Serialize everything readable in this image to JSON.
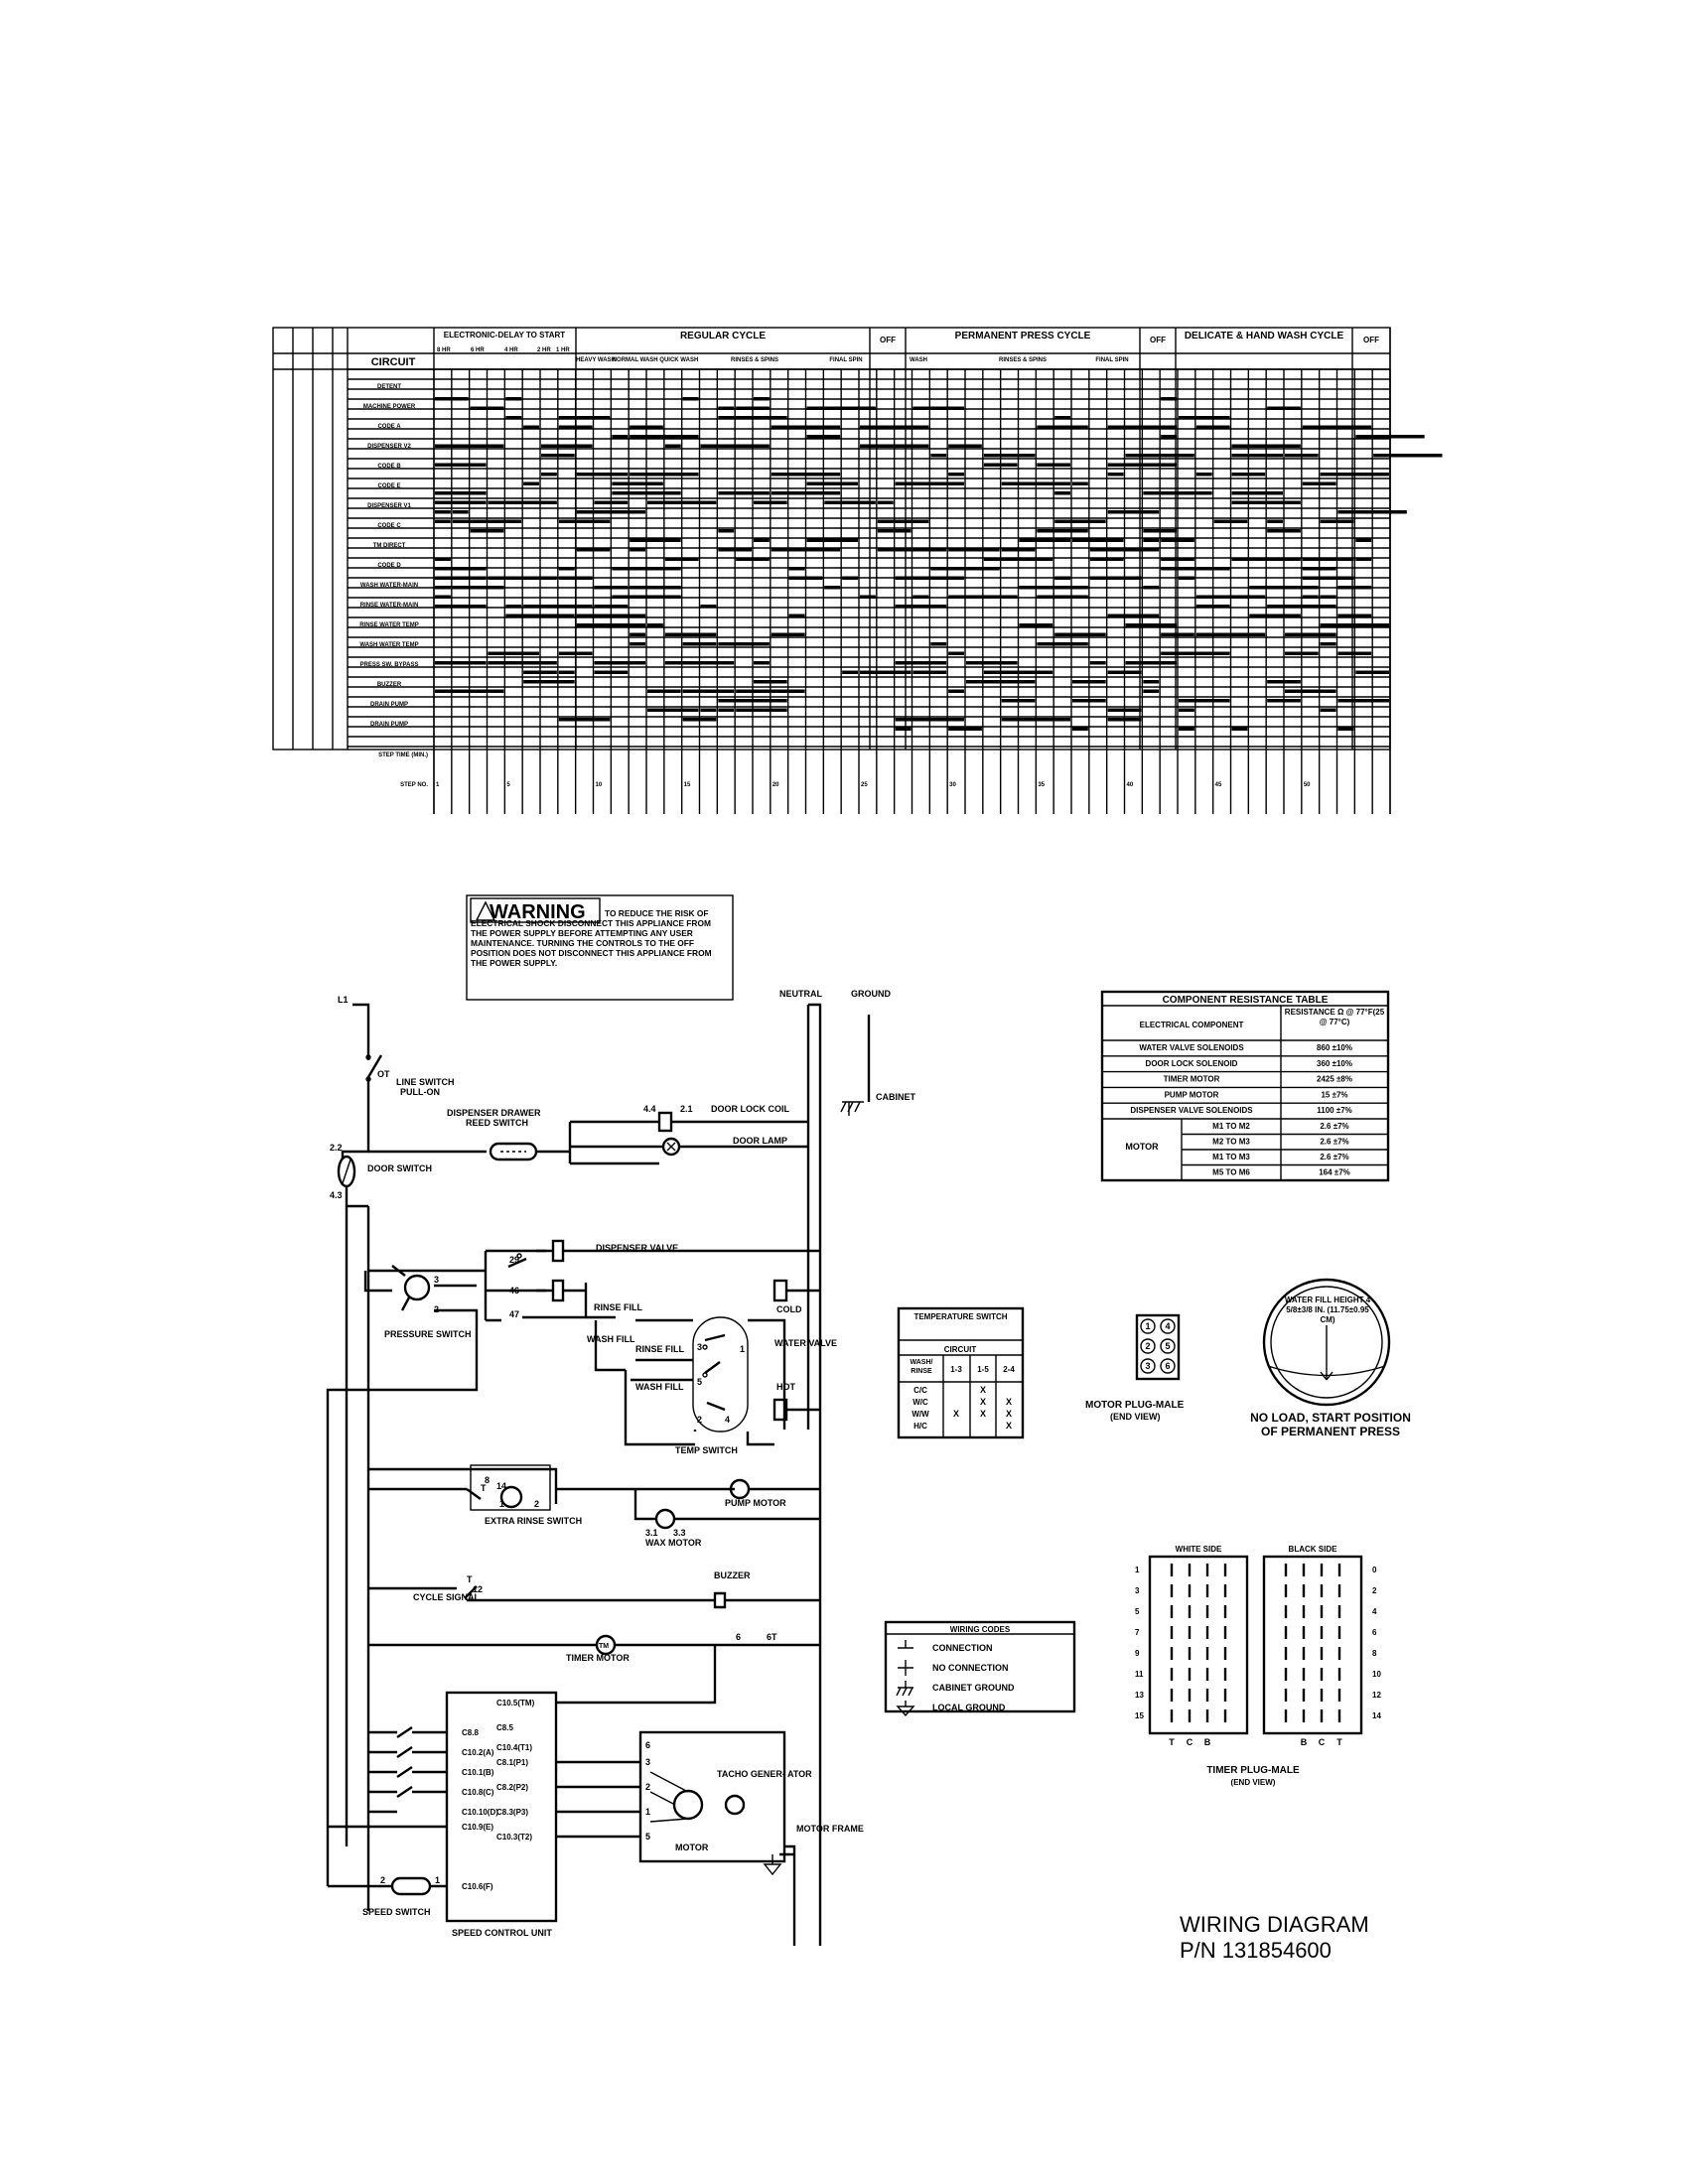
{
  "timer_chart": {
    "header_circuit": "CIRCUIT",
    "col_headers": {
      "delay": "ELECTRONIC-DELAY TO START",
      "delay_times": [
        "8 HR",
        "6 HR",
        "4 HR",
        "2 HR",
        "1 HR"
      ],
      "regular": "REGULAR CYCLE",
      "regular_sub": [
        "HEAVY WASH",
        "NORMAL WASH QUICK WASH",
        "RINSES & SPINS",
        "FINAL SPIN"
      ],
      "off1": "OFF",
      "permanent": "PERMANENT PRESS CYCLE",
      "permanent_sub": [
        "WASH",
        "RINSES & SPINS",
        "FINAL SPIN"
      ],
      "off2": "OFF",
      "delicate": "DELICATE & HAND WASH CYCLE",
      "off3": "OFF"
    },
    "circuits": [
      "DETENT",
      "MACHINE POWER",
      "CODE A",
      "DISPENSER V2",
      "CODE B",
      "CODE E",
      "DISPENSER V1",
      "CODE C",
      "TM DIRECT",
      "CODE D",
      "WASH WATER-MAIN",
      "RINSE WATER-MAIN",
      "RINSE WATER TEMP",
      "WASH WATER TEMP",
      "PRESS SW. BYPASS",
      "BUZZER",
      "DRAIN PUMP",
      "DRAIN PUMP"
    ],
    "step_time_label": "STEP TIME (MIN.)",
    "step_no_label": "STEP NO.",
    "step_numbers": [
      "1",
      "5",
      "10",
      "15",
      "20",
      "25",
      "30",
      "35",
      "40",
      "45",
      "50"
    ]
  },
  "warning": {
    "title": "WARNING",
    "text": "TO REDUCE THE RISK OF ELECTRICAL SHOCK DISCONNECT THIS APPLIANCE FROM THE POWER SUPPLY BEFORE ATTEMPTING ANY USER MAINTENANCE. TURNING THE CONTROLS TO THE OFF POSITION DOES NOT DISCONNECT THIS APPLIANCE FROM THE POWER SUPPLY."
  },
  "resistance_table": {
    "title": "COMPONENT RESISTANCE TABLE",
    "col1": "ELECTRICAL COMPONENT",
    "col2": "RESISTANCE Ω @ 77°F(25 @ 77°C)",
    "rows": [
      [
        "WATER VALVE SOLENOIDS",
        "860 ±10%"
      ],
      [
        "DOOR LOCK SOLENOID",
        "360 ±10%"
      ],
      [
        "TIMER MOTOR",
        "2425 ±8%"
      ],
      [
        "PUMP MOTOR",
        "15 ±7%"
      ],
      [
        "DISPENSER VALVE SOLENOIDS",
        "1100 ±7%"
      ]
    ],
    "motor_label": "MOTOR",
    "motor_rows": [
      [
        "M1 TO M2",
        "2.6 ±7%"
      ],
      [
        "M2 TO M3",
        "2.6 ±7%"
      ],
      [
        "M1 TO M3",
        "2.6 ±7%"
      ],
      [
        "M5 TO M6",
        "164 ±7%"
      ]
    ]
  },
  "labels": {
    "l1": "L1",
    "neutral": "NEUTRAL",
    "ground": "GROUND",
    "ot": "OT",
    "line_switch": "LINE SWITCH",
    "pull_on": "PULL-ON",
    "dispenser_drawer": "DISPENSER DRAWER",
    "reed_switch": "REED SWITCH",
    "door_lock_coil": "DOOR LOCK COIL",
    "dl_44": "4.4",
    "dl_21": "2.1",
    "cabinet": "CABINET",
    "door_lamp": "DOOR LAMP",
    "door_switch": "DOOR SWITCH",
    "ds_22": "2.2",
    "ds_43": "4.3",
    "dispenser_valve": "DISPENSER VALVE",
    "n29": "29",
    "n46": "46",
    "n47": "47",
    "rinse_fill": "RINSE FILL",
    "wash_fill": "WASH FILL",
    "cold": "COLD",
    "hot": "HOT",
    "water_valve": "WATER VALVE",
    "pressure_switch": "PRESSURE SWITCH",
    "temp_switch": "TEMP SWITCH",
    "extra_rinse_switch": "EXTRA RINSE SWITCH",
    "pump_motor": "PUMP MOTOR",
    "wax_motor": "WAX MOTOR",
    "wm_31": "3.1",
    "wm_33": "3.3",
    "cycle_signal": "CYCLE SIGNAL",
    "buzzer": "BUZZER",
    "timer_motor": "TIMER MOTOR",
    "n6": "6",
    "n6t": "6T",
    "tm": "TM",
    "speed_switch": "SPEED SWITCH",
    "speed_control_unit": "SPEED CONTROL UNIT",
    "motor": "MOTOR",
    "tacho_generator": "TACHO GENER- ATOR",
    "motor_frame": "MOTOR FRAME",
    "scu_left": [
      "C8.8",
      "C10.2(A)",
      "C10.1(B)",
      "C10.8(C)",
      "C10.10(D)",
      "C10.9(E)",
      "C10.6(F)"
    ],
    "scu_right": [
      "C10.5(TM)",
      "C8.5",
      "C10.4(T1)",
      "C8.1(P1)",
      "C8.2(P2)",
      "C8.3(P3)",
      "C10.3(T2)"
    ],
    "motor_terms": [
      "6",
      "3",
      "2",
      "1",
      "5"
    ]
  },
  "temp_switch_table": {
    "title": "TEMPERATURE SWITCH",
    "circuit": "CIRCUIT",
    "rowhead": "WASH/ RINSE",
    "cols": [
      "1-3",
      "1-5",
      "2-4"
    ],
    "rows": [
      [
        "C/C",
        "",
        "X",
        ""
      ],
      [
        "W/C",
        "",
        "X",
        "X"
      ],
      [
        "W/W",
        "X",
        "X",
        "X"
      ],
      [
        "H/C",
        "",
        "",
        "X"
      ]
    ]
  },
  "motor_plug": {
    "pins": [
      "1",
      "4",
      "2",
      "5",
      "3",
      "6"
    ],
    "label": "MOTOR PLUG-MALE",
    "sub": "(END VIEW)"
  },
  "water_fill": {
    "text": "WATER FILL HEIGHT 4 5/8±3/8 IN. (11.75±0.95 CM)",
    "caption1": "NO LOAD, START POSITION",
    "caption2": "OF PERMANENT PRESS"
  },
  "wiring_codes": {
    "title": "WIRING CODES",
    "items": [
      "CONNECTION",
      "NO CONNECTION",
      "CABINET GROUND",
      "LOCAL GROUND"
    ]
  },
  "timer_plug": {
    "white_side": "WHITE SIDE",
    "black_side": "BLACK SIDE",
    "left_nums": [
      "1",
      "3",
      "5",
      "7",
      "9",
      "11",
      "13",
      "15"
    ],
    "right_nums": [
      "0",
      "2",
      "4",
      "6",
      "8",
      "10",
      "12",
      "14"
    ],
    "white_bottom": [
      "T",
      "C",
      "B"
    ],
    "black_bottom": [
      "B",
      "C",
      "T"
    ],
    "label": "TIMER PLUG-MALE",
    "sub": "(END VIEW)"
  },
  "footer": {
    "line1": "WIRING DIAGRAM",
    "line2": "P/N 131854600"
  }
}
